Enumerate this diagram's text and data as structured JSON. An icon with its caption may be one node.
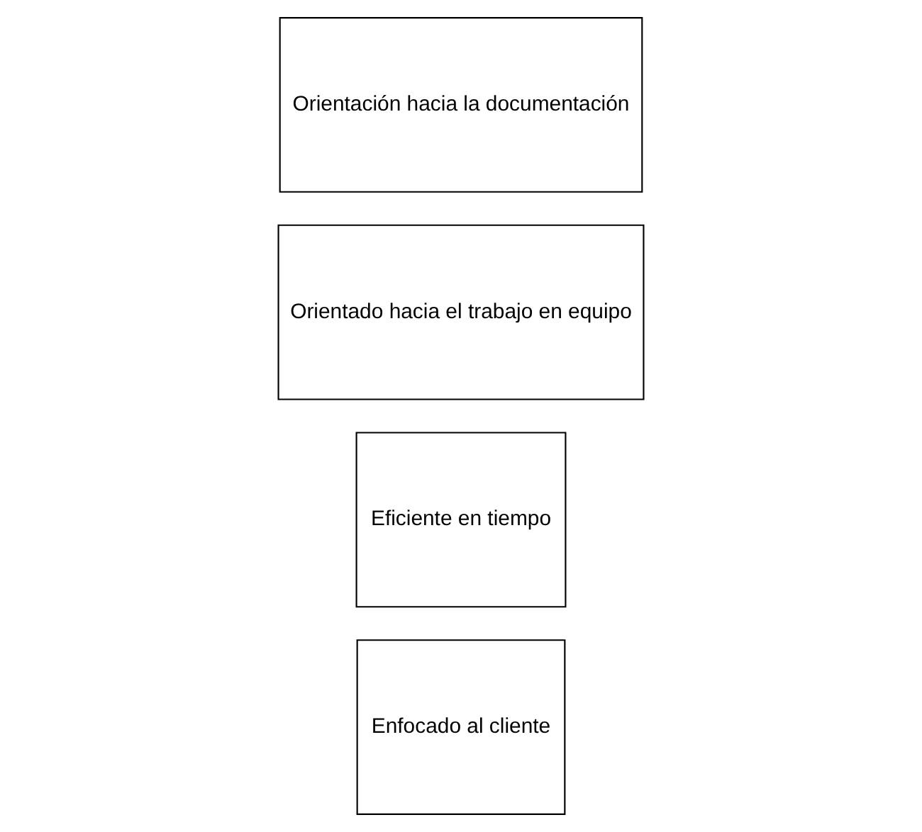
{
  "diagram": {
    "nodes": [
      {
        "text": [
          "Orientación hacia la documentación"
        ]
      },
      {
        "text": [
          "Orientado hacia el trabajo en equipo"
        ]
      },
      {
        "text": [
          "Eficiente en tiempo"
        ]
      },
      {
        "text": [
          "Enfocado al cliente"
        ]
      }
    ]
  }
}
